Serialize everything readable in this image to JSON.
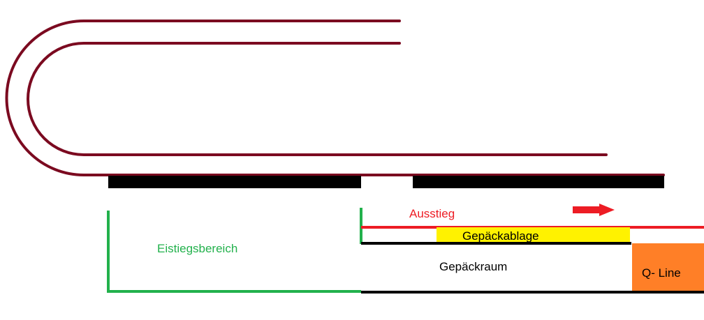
{
  "labels": {
    "einstieg": "Eistiegsbereich",
    "ausstieg": "Ausstieg",
    "gepaeckablage": "Gepäckablage",
    "gepaeckraum": "Gepäckraum",
    "qline": "Q- Line"
  },
  "colors": {
    "track": "#7b0a20",
    "platform": "#000000",
    "entry": "#22b14c",
    "exit": "#ed1c24",
    "shelf": "#fff200",
    "qline": "#ff7f27",
    "text": "#000000"
  },
  "icons": {
    "direction": "arrow-right-icon"
  }
}
